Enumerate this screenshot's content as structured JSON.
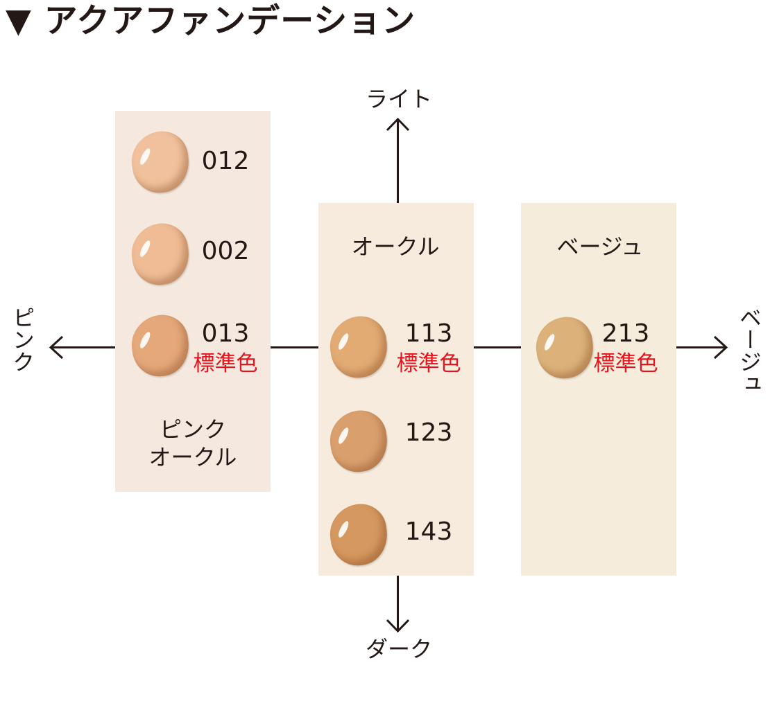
{
  "title": "▼ アクアファンデーション",
  "axes": {
    "up": "ライト",
    "down": "ダーク",
    "left": "ピンク",
    "right": "ベージュ"
  },
  "standard_label": "標準色",
  "groups": [
    {
      "name_line1": "ピンク",
      "name_line2": "オークル",
      "bg": "#f5e9df",
      "shades": [
        {
          "code": "012",
          "color": "#f0c19c"
        },
        {
          "code": "002",
          "color": "#efbc95"
        },
        {
          "code": "013",
          "color": "#e5a87a",
          "standard": true
        }
      ]
    },
    {
      "name_line1": "オークル",
      "bg": "#f6ebdc",
      "shades": [
        {
          "code": "113",
          "color": "#e2ab74",
          "standard": true
        },
        {
          "code": "123",
          "color": "#d9a06e"
        },
        {
          "code": "143",
          "color": "#d59860"
        }
      ]
    },
    {
      "name_line1": "ベージュ",
      "bg": "#f6ecdb",
      "shades": [
        {
          "code": "213",
          "color": "#dcb27a",
          "standard": true
        }
      ]
    }
  ]
}
